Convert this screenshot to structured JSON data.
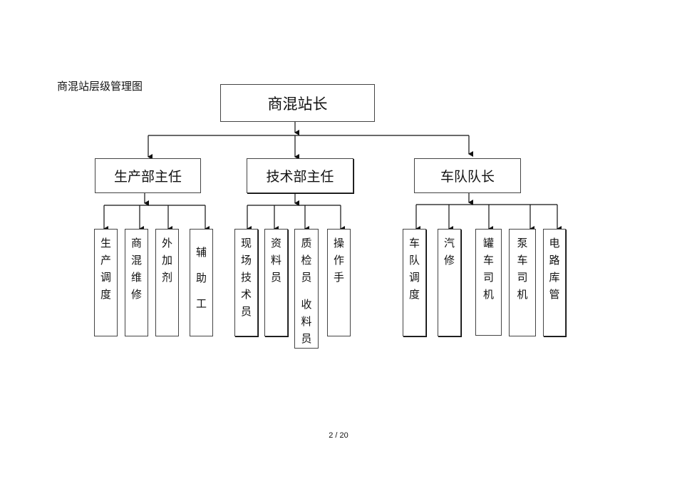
{
  "heading": "商混站层级管理图",
  "root": "商混站长",
  "managers": [
    "生产部主任",
    "技术部主任",
    "车队队长"
  ],
  "leaves": {
    "production": [
      "生产调度",
      "商混维修",
      "外加剂",
      "辅助工"
    ],
    "technical": [
      "现场技术员",
      "资料员",
      "质检员",
      "收料员",
      "操作手"
    ],
    "fleet": [
      "车队调度",
      "汽修",
      "罐车司机",
      "泵车司机",
      "电路库管"
    ]
  },
  "page_number": "2 / 20"
}
